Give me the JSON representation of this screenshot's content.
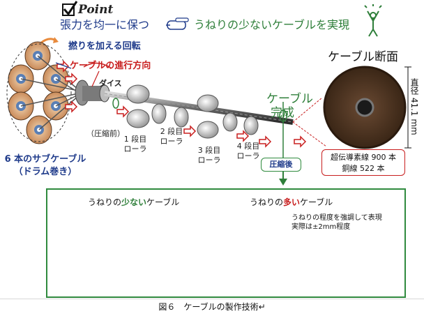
{
  "point": {
    "label": "Point"
  },
  "headline": {
    "part1": "張力を均一に保つ",
    "part2": "うねりの少ないケーブルを実現"
  },
  "labels": {
    "twist": "撚りを加える回転",
    "direction": "ケーブルの進行方向",
    "die": "ダイス",
    "before": "（圧縮前）",
    "complete_line1": "ケーブル",
    "complete_line2": "完成",
    "after": "圧縮後",
    "sub_line1": "6 本のサブケーブル",
    "sub_line2": "（ドラム巻き）"
  },
  "rollers": [
    {
      "line1": "1 段目",
      "line2": "ローラ"
    },
    {
      "line1": "2 段目",
      "line2": "ローラ"
    },
    {
      "line1": "3 段目",
      "line2": "ローラ"
    },
    {
      "line1": "4 段目",
      "line2": "ローラ"
    }
  ],
  "cross_section": {
    "title": "ケーブル断面",
    "diameter": "直径 41.1 mm",
    "spec_line1": "超伝導素線 900 本",
    "spec_line2": "銅線 522 本"
  },
  "panel": {
    "left_title": {
      "pre": "うねりの",
      "em": "少ない",
      "post": "ケーブル"
    },
    "right_title": {
      "pre": "うねりの",
      "em": "多い",
      "post": "ケーブル"
    },
    "note_line1": "うねりの程度を強調して表現",
    "note_line2": "実際は±2mm程度"
  },
  "caption": "図６　ケーブルの製作技術↵",
  "colors": {
    "green": "#2f7f3a",
    "blue": "#1e3a8a",
    "red": "#c81e1e",
    "orange": "#e88a3c",
    "panel_border": "#2f8a3e"
  },
  "icons": [
    "checkbox-icon",
    "pointing-hand-icon",
    "cheering-person-icon",
    "drum-icon",
    "arrow-icon"
  ]
}
